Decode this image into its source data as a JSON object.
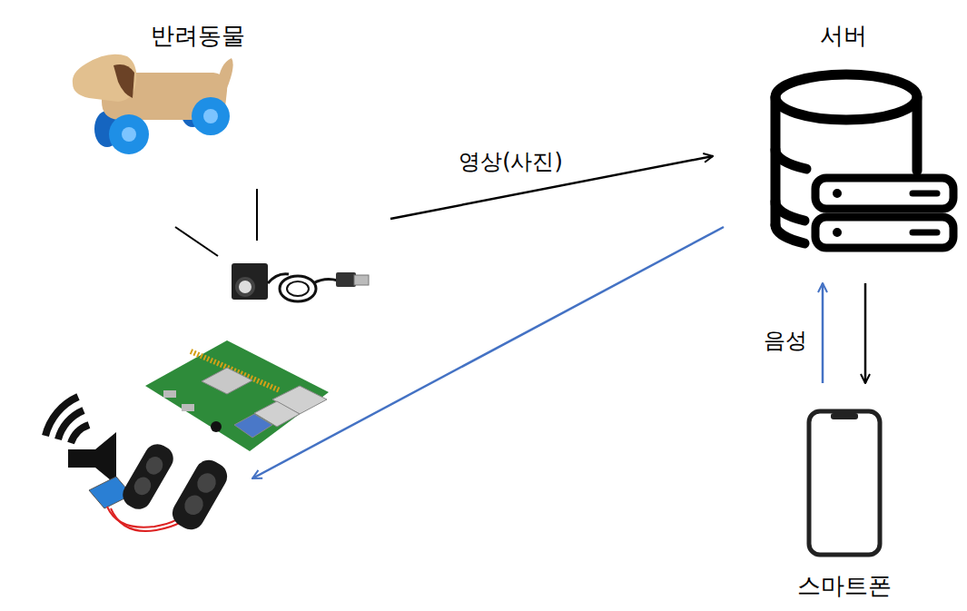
{
  "diagram": {
    "nodes": [
      {
        "text": [
          "반려동물"
        ]
      },
      {
        "text": [
          "서버"
        ]
      },
      {
        "text": [
          "스마트폰"
        ]
      }
    ],
    "edges": [
      {
        "from": 0,
        "to": 1,
        "arrow": "to",
        "label": "영상(사진)"
      },
      {
        "from": 1,
        "to": 0,
        "arrow": "to"
      },
      {
        "from": 2,
        "to": 1,
        "arrow": "to",
        "label": "음성"
      },
      {
        "from": 1,
        "to": 2,
        "arrow": "to"
      }
    ]
  }
}
